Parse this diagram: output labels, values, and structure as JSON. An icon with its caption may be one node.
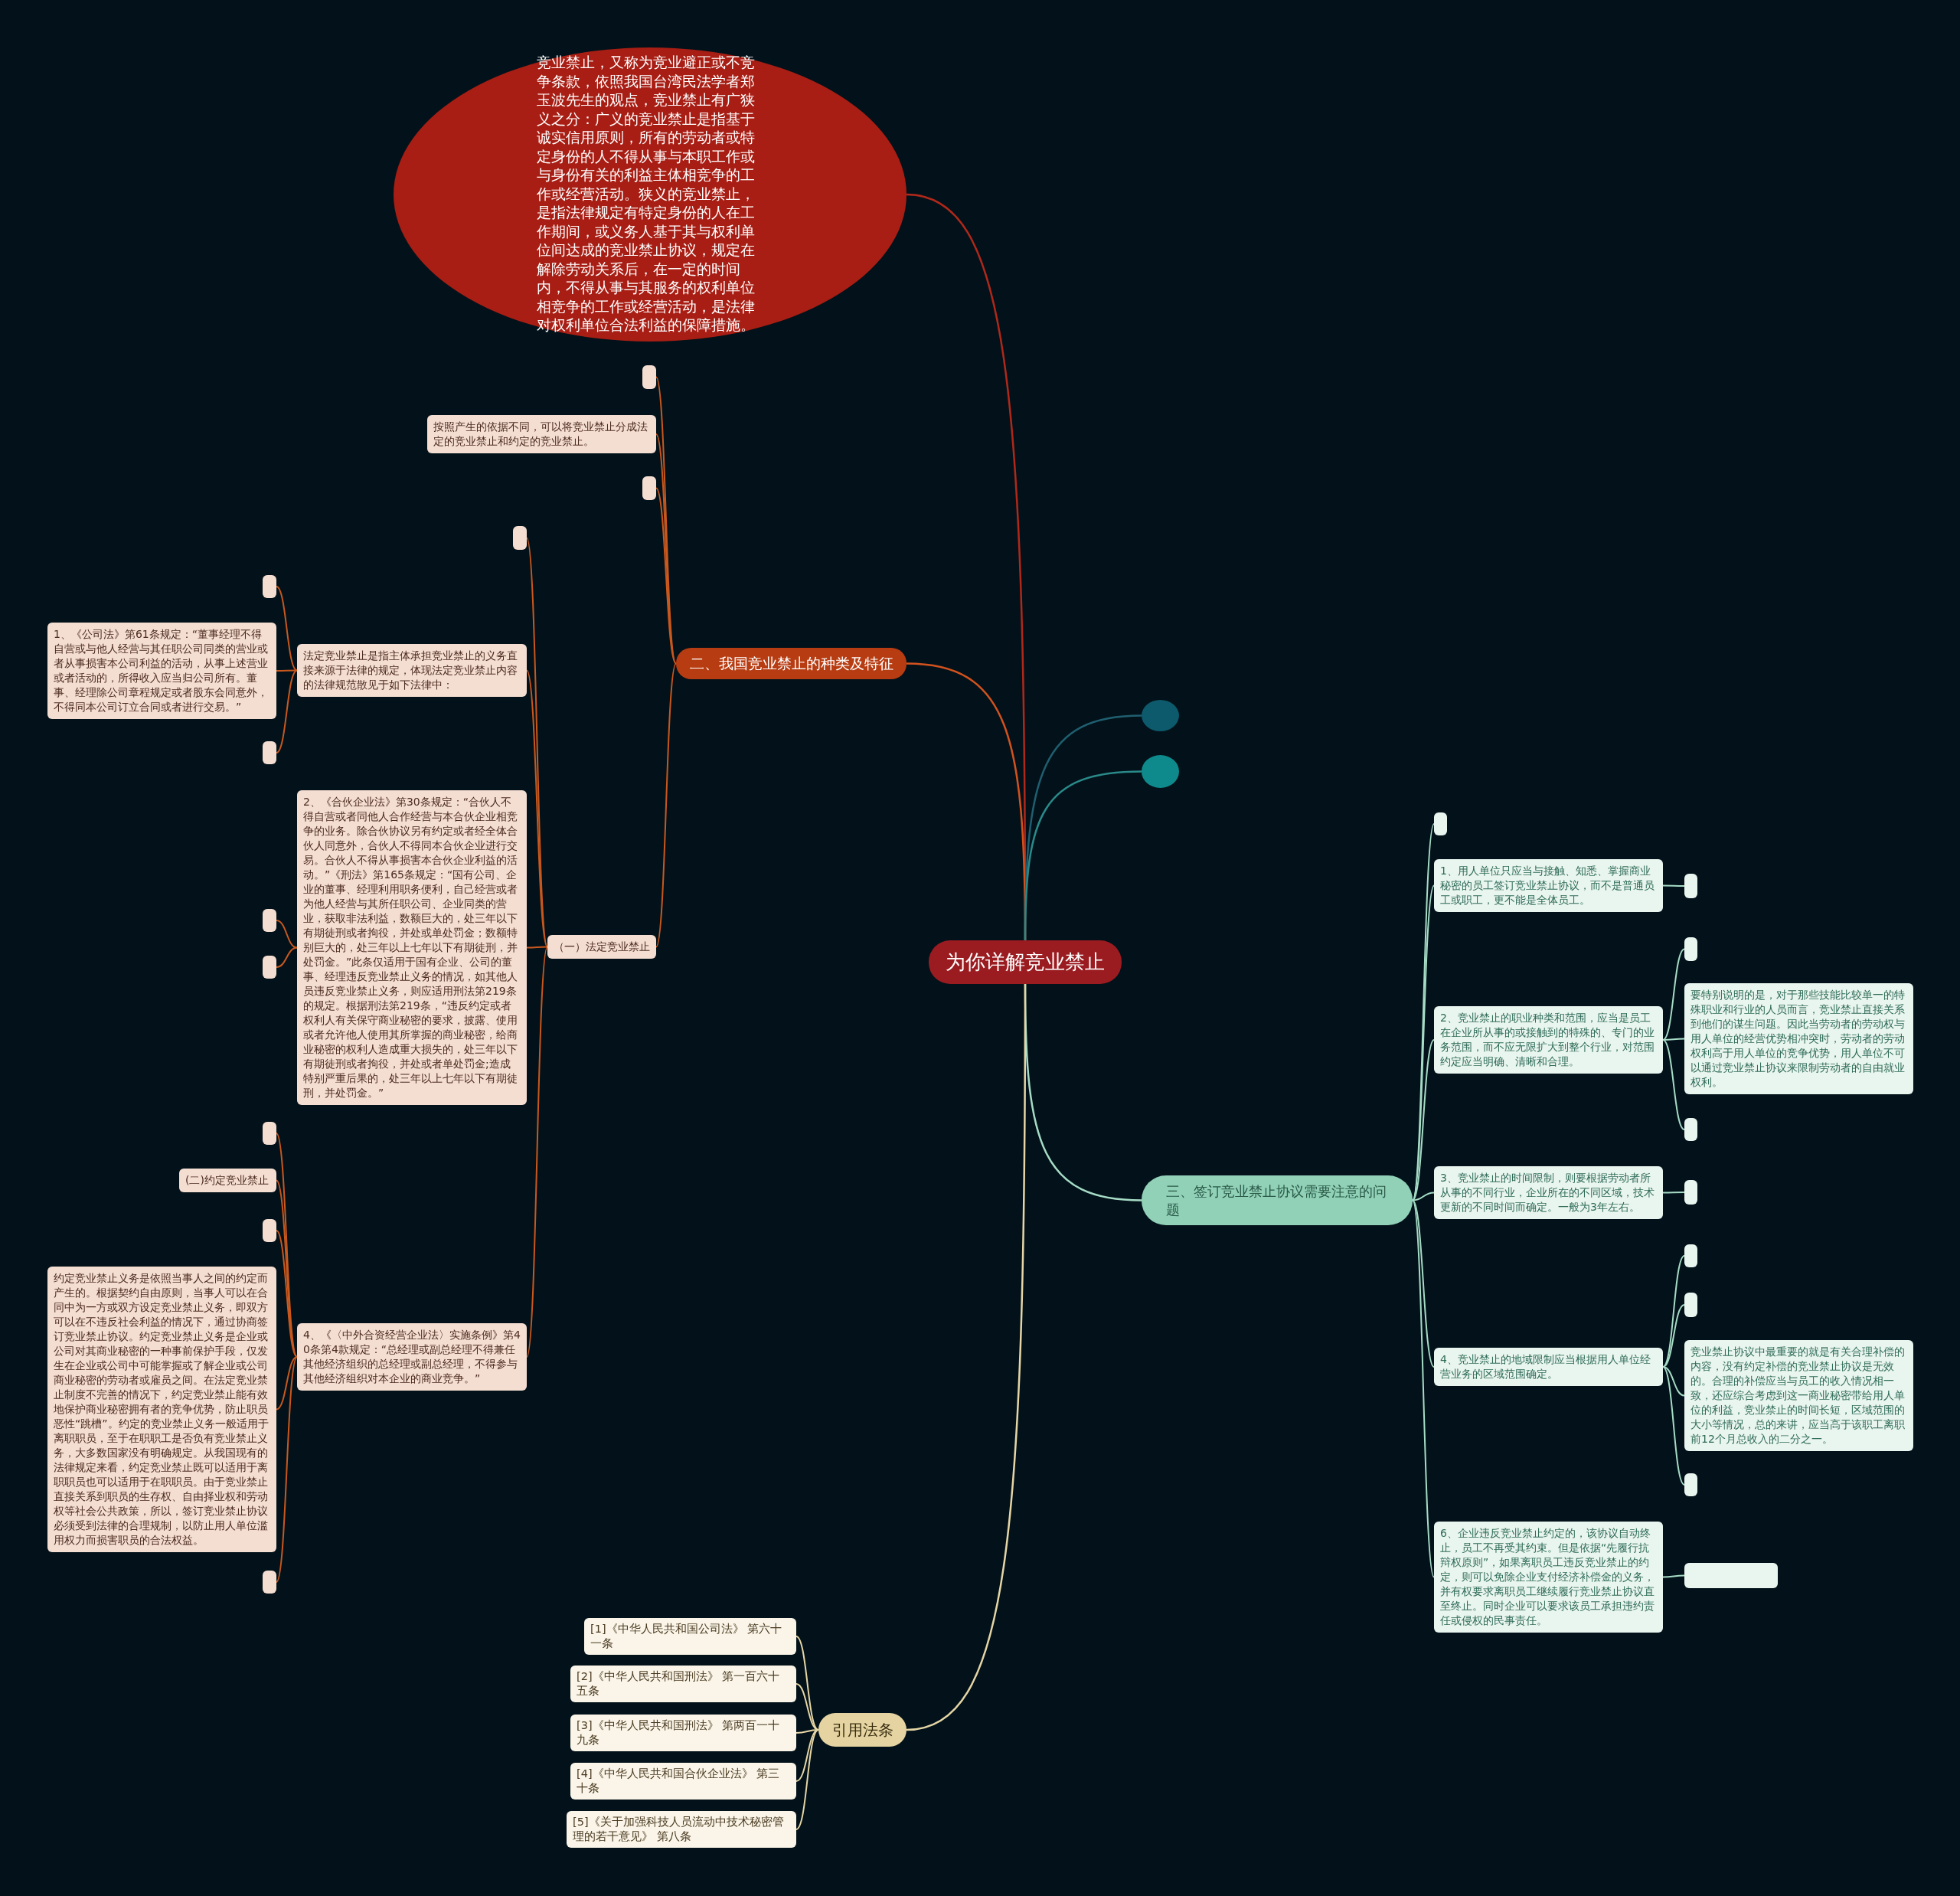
{
  "diagram": {
    "nodes": [
      {
        "text": [
          "为你详解竞业禁止"
        ]
      },
      {
        "text": [
          "竞业禁止，又称为竞业避正或不竞争条款，依照我国台湾民法学者郑玉波先生的观点，竞业禁止有广狭义之分：广义的竞业禁止是指基于诚实信用原则，所有的劳动者或特定身份的人不得从事与本职工作或与身份有关的利益主体相竞争的工作或经营活动。狭义的竞业禁止，是指法律规定有特定身份的人在工作期间，或义务人基于其与权利单位间达成的竞业禁止协议，规定在解除劳动关系后，在一定的时间内，不得从事与其服务的权利单位相竞争的工作或经营活动，是法律对权利单位合法利益的保障措施。"
        ]
      },
      {
        "text": [
          "二、我国竞业禁止的种类及特征"
        ]
      },
      {
        "text": [],
        "shape": "box"
      },
      {
        "text": [
          "按照产生的依据不同，可以将竞业禁止分成法定的竞业禁止和约定的竞业禁止。"
        ]
      },
      {
        "text": [],
        "shape": "box"
      },
      {
        "text": [
          "（一）法定竞业禁止"
        ]
      },
      {
        "text": [],
        "shape": "box"
      },
      {
        "text": [
          "法定竞业禁止是指主体承担竞业禁止的义务直接来源于法律的规定，体现法定竞业禁止内容的法律规范散见于如下法律中："
        ]
      },
      {
        "text": [],
        "shape": "box"
      },
      {
        "text": [
          "1、《公司法》第61条规定：“董事经理不得自营或与他人经营与其任职公司同类的营业或者从事损害本公司利益的活动，从事上述营业或者活动的，所得收入应当归公司所有。董事、经理除公司章程规定或者股东会同意外，不得同本公司订立合同或者进行交易。”"
        ]
      },
      {
        "text": [],
        "shape": "box"
      },
      {
        "text": [
          "2、《合伙企业法》第30条规定：“合伙人不得自营或者同他人合作经营与本合伙企业相竞争的业务。除合伙协议另有约定或者经全体合伙人同意外，合伙人不得同本合伙企业进行交易。合伙人不得从事损害本合伙企业利益的活动。”《刑法》第165条规定：“国有公司、企业的董事、经理利用职务便利，自己经营或者为他人经营与其所任职公司、企业同类的营业，获取非法利益，数额巨大的，处三年以下有期徒刑或者拘役，并处或单处罚金；数额特别巨大的，处三年以上七年以下有期徒刑，并处罚金。”此条仅适用于国有企业、公司的董事、经理违反竞业禁止义务的情况，如其他人员违反竞业禁止义务，则应适用刑法第219条的规定。根据刑法第219条，“违反约定或者权利人有关保守商业秘密的要求，披露、使用或者允许他人使用其所掌握的商业秘密，给商业秘密的权利人造成重大损失的，处三年以下有期徒刑或者拘役，并处或者单处罚金;造成特别严重后果的，处三年以上七年以下有期徒刑，并处罚金。”"
        ]
      },
      {
        "text": [],
        "shape": "box"
      },
      {
        "text": [],
        "shape": "box"
      },
      {
        "text": [
          "4、《〈中外合资经营企业法〉实施条例》第40条第4款规定：“总经理或副总经理不得兼任其他经济组织的总经理或副总经理，不得参与其他经济组织对本企业的商业竞争。”"
        ]
      },
      {
        "text": [],
        "shape": "box"
      },
      {
        "text": [
          "(二)约定竞业禁止"
        ]
      },
      {
        "text": [],
        "shape": "box"
      },
      {
        "text": [
          "约定竞业禁止义务是依照当事人之间的约定而产生的。根据契约自由原则，当事人可以在合同中为一方或双方设定竞业禁止义务，即双方可以在不违反社会利益的情况下，通过协商签订竞业禁止协议。约定竞业禁止义务是企业或公司对其商业秘密的一种事前保护手段，仅发生在企业或公司中可能掌握或了解企业或公司商业秘密的劳动者或雇员之间。在法定竞业禁止制度不完善的情况下，约定竞业禁止能有效地保护商业秘密拥有者的竞争优势，防止职员恶性“跳槽”。约定的竞业禁止义务一般适用于离职职员，至于在职职工是否负有竞业禁止义务，大多数国家没有明确规定。从我国现有的法律规定来看，约定竞业禁止既可以适用于离职职员也可以适用于在职职员。由于竞业禁止直接关系到职员的生存权、自由择业权和劳动权等社会公共政策，所以，签订竞业禁止协议必须受到法律的合理规制，以防止用人单位滥用权力而损害职员的合法权益。"
        ]
      },
      {
        "text": [],
        "shape": "box"
      },
      {
        "text": [],
        "shape": "circle"
      },
      {
        "text": [],
        "shape": "circle"
      },
      {
        "text": [
          "三、签订竞业禁止协议需要注意的问题"
        ]
      },
      {
        "text": [],
        "shape": "box"
      },
      {
        "text": [
          "1、用人单位只应当与接触、知悉、掌握商业秘密的员工签订竞业禁止协议，而不是普通员工或职工，更不能是全体员工。"
        ]
      },
      {
        "text": [],
        "shape": "box"
      },
      {
        "text": [
          "2、竞业禁止的职业种类和范围，应当是员工在企业所从事的或接触到的特殊的、专门的业务范围，而不应无限扩大到整个行业，对范围约定应当明确、清晰和合理。"
        ]
      },
      {
        "text": [],
        "shape": "box"
      },
      {
        "text": [
          "要特别说明的是，对于那些技能比较单一的特殊职业和行业的人员而言，竞业禁止直接关系到他们的谋生问题。因此当劳动者的劳动权与用人单位的经营优势相冲突时，劳动者的劳动权利高于用人单位的竞争优势，用人单位不可以通过竞业禁止协议来限制劳动者的自由就业权利。"
        ]
      },
      {
        "text": [],
        "shape": "box"
      },
      {
        "text": [
          "3、竞业禁止的时间限制，则要根据劳动者所从事的不同行业，企业所在的不同区域，技术更新的不同时间而确定。一般为3年左右。"
        ]
      },
      {
        "text": [],
        "shape": "box"
      },
      {
        "text": [
          "4、竞业禁止的地域限制应当根据用人单位经营业务的区域范围确定。"
        ]
      },
      {
        "text": [],
        "shape": "box"
      },
      {
        "text": [],
        "shape": "box"
      },
      {
        "text": [
          "竞业禁止协议中最重要的就是有关合理补偿的内容，没有约定补偿的竞业禁止协议是无效的。合理的补偿应当与员工的收入情况相一致，还应综合考虑到这一商业秘密带给用人单位的利益，竞业禁止的时间长短，区域范围的大小等情况，总的来讲，应当高于该职工离职前12个月总收入的二分之一。"
        ]
      },
      {
        "text": [],
        "shape": "box"
      },
      {
        "text": [
          "6、企业违反竞业禁止约定的，该协议自动终止，员工不再受其约束。但是依据“先履行抗辩权原则”，如果离职员工违反竞业禁止的约定，则可以免除企业支付经济补偿金的义务，并有权要求离职员工继续履行竞业禁止协议直至终止。同时企业可以要求该员工承担违约责任或侵权的民事责任。"
        ]
      },
      {
        "text": [],
        "shape": "box"
      },
      {
        "text": [
          "引用法条"
        ]
      },
      {
        "text": [
          "[1]《中华人民共和国公司法》 第六十一条"
        ]
      },
      {
        "text": [
          "[2]《中华人民共和国刑法》 第一百六十五条"
        ]
      },
      {
        "text": [
          "[3]《中华人民共和国刑法》 第两百一十九条"
        ]
      },
      {
        "text": [
          "[4]《中华人民共和国合伙企业法》 第三十条"
        ]
      },
      {
        "text": [
          "[5]《关于加强科技人员流动中技术秘密管理的若干意见》 第八条"
        ]
      }
    ],
    "edges": [
      {
        "from": 0,
        "to": 1,
        "arrow": "none",
        "color": "#b0281a"
      },
      {
        "from": 0,
        "to": 2,
        "arrow": "none",
        "color": "#d2521e"
      },
      {
        "from": 0,
        "to": 21,
        "arrow": "none",
        "color": "#1f5f70"
      },
      {
        "from": 0,
        "to": 22,
        "arrow": "none",
        "color": "#2a8a8a"
      },
      {
        "from": 0,
        "to": 23,
        "arrow": "none",
        "color": "#a6dcc6"
      },
      {
        "from": 0,
        "to": 40,
        "arrow": "none",
        "color": "#e6d6a6"
      },
      {
        "from": 2,
        "to": 3,
        "arrow": "none",
        "color": "#c8581e"
      },
      {
        "from": 2,
        "to": 4,
        "arrow": "none",
        "color": "#c8581e"
      },
      {
        "from": 2,
        "to": 5,
        "arrow": "none",
        "color": "#c8581e"
      },
      {
        "from": 2,
        "to": 6,
        "arrow": "none",
        "color": "#c8581e"
      },
      {
        "from": 6,
        "to": 7,
        "arrow": "none",
        "color": "#c8581e"
      },
      {
        "from": 6,
        "to": 8,
        "arrow": "none",
        "color": "#c8581e"
      },
      {
        "from": 6,
        "to": 12,
        "arrow": "none",
        "color": "#c8581e"
      },
      {
        "from": 6,
        "to": 15,
        "arrow": "none",
        "color": "#c8581e"
      },
      {
        "from": 8,
        "to": 9,
        "arrow": "none",
        "color": "#c8581e"
      },
      {
        "from": 8,
        "to": 10,
        "arrow": "none",
        "color": "#c8581e"
      },
      {
        "from": 8,
        "to": 11,
        "arrow": "none",
        "color": "#c8581e"
      },
      {
        "from": 12,
        "to": 13,
        "arrow": "none",
        "color": "#c8581e"
      },
      {
        "from": 12,
        "to": 14,
        "arrow": "none",
        "color": "#c8581e"
      },
      {
        "from": 15,
        "to": 16,
        "arrow": "none",
        "color": "#c8581e"
      },
      {
        "from": 15,
        "to": 17,
        "arrow": "none",
        "color": "#c8581e"
      },
      {
        "from": 15,
        "to": 18,
        "arrow": "none",
        "color": "#c8581e"
      },
      {
        "from": 15,
        "to": 19,
        "arrow": "none",
        "color": "#c8581e"
      },
      {
        "from": 15,
        "to": 20,
        "arrow": "none",
        "color": "#c8581e"
      },
      {
        "from": 23,
        "to": 24,
        "arrow": "none",
        "color": "#a6dcc6"
      },
      {
        "from": 23,
        "to": 25,
        "arrow": "none",
        "color": "#a6dcc6"
      },
      {
        "from": 23,
        "to": 27,
        "arrow": "none",
        "color": "#a6dcc6"
      },
      {
        "from": 23,
        "to": 31,
        "arrow": "none",
        "color": "#a6dcc6"
      },
      {
        "from": 23,
        "to": 33,
        "arrow": "none",
        "color": "#a6dcc6"
      },
      {
        "from": 23,
        "to": 38,
        "arrow": "none",
        "color": "#a6dcc6"
      },
      {
        "from": 25,
        "to": 26,
        "arrow": "none",
        "color": "#a6dcc6"
      },
      {
        "from": 27,
        "to": 28,
        "arrow": "none",
        "color": "#a6dcc6"
      },
      {
        "from": 27,
        "to": 29,
        "arrow": "none",
        "color": "#a6dcc6"
      },
      {
        "from": 27,
        "to": 30,
        "arrow": "none",
        "color": "#a6dcc6"
      },
      {
        "from": 31,
        "to": 32,
        "arrow": "none",
        "color": "#a6dcc6"
      },
      {
        "from": 33,
        "to": 34,
        "arrow": "none",
        "color": "#a6dcc6"
      },
      {
        "from": 33,
        "to": 35,
        "arrow": "none",
        "color": "#a6dcc6"
      },
      {
        "from": 33,
        "to": 36,
        "arrow": "none",
        "color": "#a6dcc6"
      },
      {
        "from": 33,
        "to": 37,
        "arrow": "none",
        "color": "#a6dcc6"
      },
      {
        "from": 38,
        "to": 39,
        "arrow": "none",
        "color": "#a6dcc6"
      },
      {
        "from": 40,
        "to": 41,
        "arrow": "none",
        "color": "#e6d6a6"
      },
      {
        "from": 40,
        "to": 42,
        "arrow": "none",
        "color": "#e6d6a6"
      },
      {
        "from": 40,
        "to": 43,
        "arrow": "none",
        "color": "#e6d6a6"
      },
      {
        "from": 40,
        "to": 44,
        "arrow": "none",
        "color": "#e6d6a6"
      },
      {
        "from": 40,
        "to": 45,
        "arrow": "none",
        "color": "#e6d6a6"
      }
    ]
  }
}
